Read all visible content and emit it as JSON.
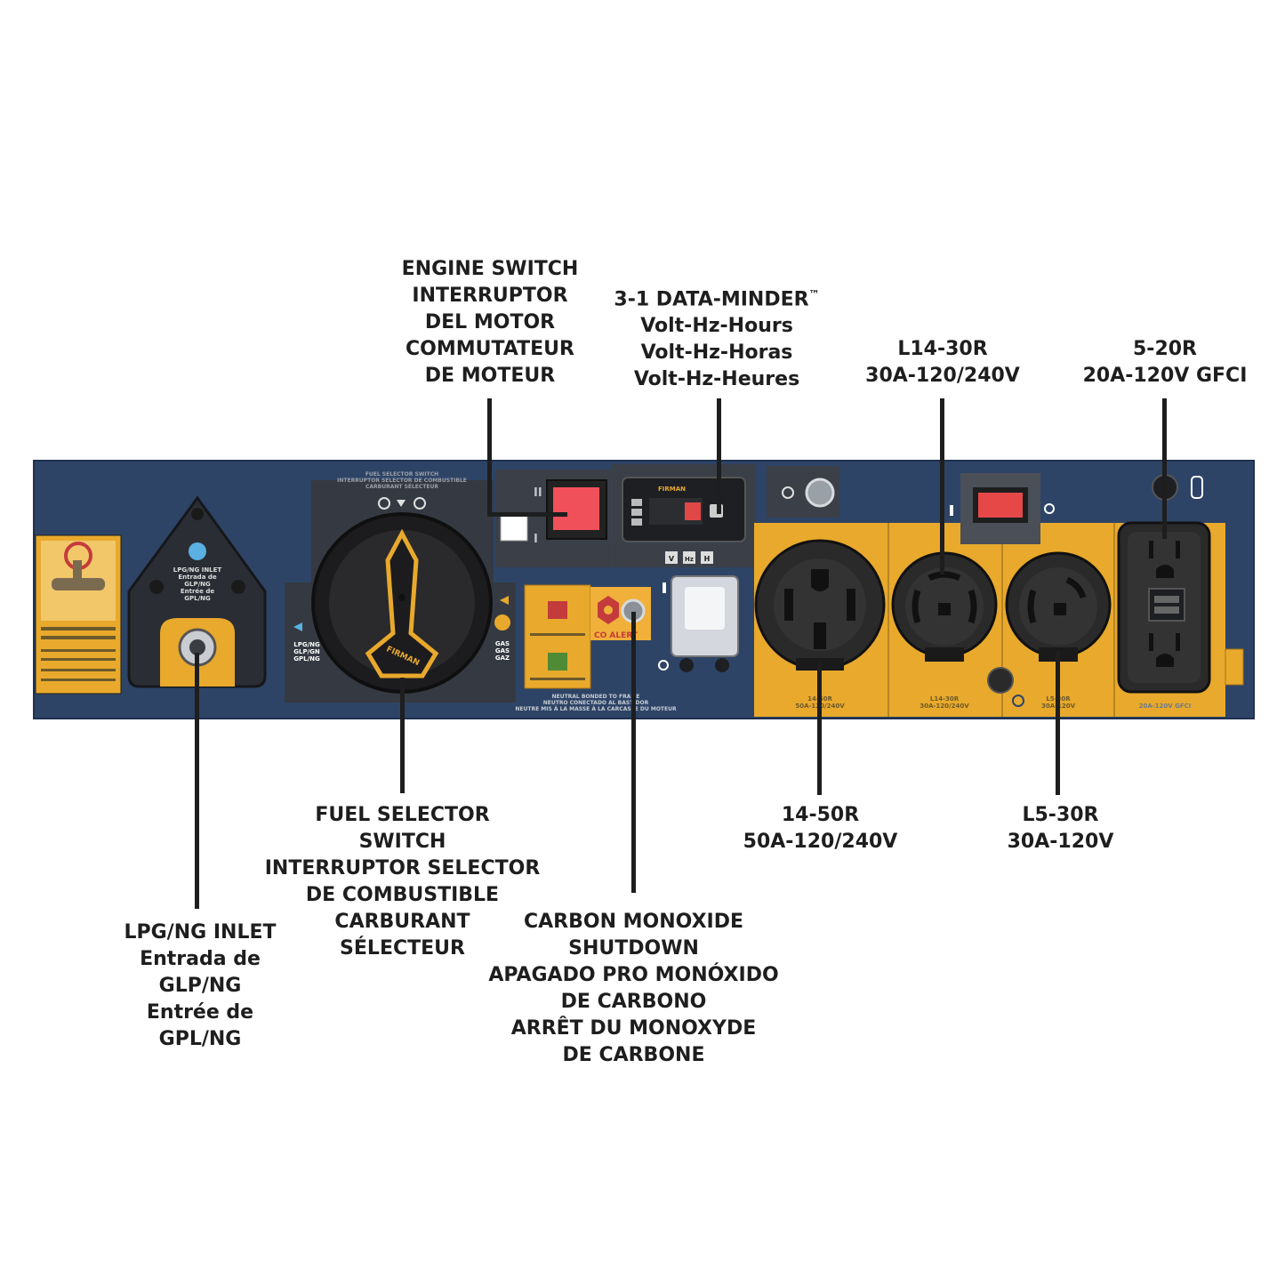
{
  "colors": {
    "panel_blue": "#2e4466",
    "accent_yellow": "#e8a92c",
    "switch_red": "#f0505a",
    "outlet_black": "#2a2a2a",
    "text": "#1e1e1e"
  },
  "labels": {
    "engine_switch": [
      "ENGINE SWITCH",
      "INTERRUPTOR",
      "DEL MOTOR",
      "COMMUTATEUR",
      "DE MOTEUR"
    ],
    "data_minder": {
      "title": "3-1 DATA-MINDER",
      "tm": "™",
      "lines": [
        "Volt-Hz-Hours",
        "Volt-Hz-Horas",
        "Volt-Hz-Heures"
      ]
    },
    "l14_30r": [
      "L14-30R",
      "30A-120/240V"
    ],
    "r5_20r": [
      "5-20R",
      "20A-120V GFCI"
    ],
    "fuel_selector": [
      "FUEL SELECTOR",
      "SWITCH",
      "INTERRUPTOR SELECTOR",
      "DE COMBUSTIBLE",
      "CARBURANT",
      "SÉLECTEUR"
    ],
    "r14_50r": [
      "14-50R",
      "50A-120/240V"
    ],
    "l5_30r": [
      "L5-30R",
      "30A-120V"
    ],
    "lpg_inlet": [
      "LPG/NG INLET",
      "Entrada de",
      "GLP/NG",
      "Entrée de",
      "GPL/NG"
    ],
    "co_shutdown": [
      "CARBON MONOXIDE",
      "SHUTDOWN",
      "APAGADO PRO MONÓXIDO",
      "DE CARBONO",
      "ARRÊT DU MONOXYDE",
      "DE CARBONE"
    ]
  },
  "panel_text": {
    "fuel_selector_header": [
      "FUEL SELECTOR SWITCH",
      "INTERRUPTOR SELECTOR DE COMBUSTIBLE",
      "CARBURANT SÉLECTEUR"
    ],
    "inlet_plate": [
      "LPG/NG INLET",
      "Entrada de",
      "GLP/NG",
      "Entrée de",
      "GPL/NG"
    ],
    "lpg_side": [
      "LPG/NG",
      "GLP/GN",
      "GPL/NG"
    ],
    "gas_side": [
      "GAS",
      "GAS",
      "GAZ"
    ],
    "knob_brand": "FIRMAN",
    "meter_brand": "FIRMAN",
    "meter_keys": [
      "V",
      "Hz",
      "H"
    ],
    "co_alert": "CO ALERT",
    "neutral_note": [
      "NEUTRAL BONDED TO FRAME",
      "NEUTRO CONECTADO AL BASTIDOR",
      "NEUTRE MIS À LA MASSE À LA CARCASSE DU MOTEUR"
    ],
    "outlet_14_50": [
      "14-50R",
      "50A-120/240V"
    ],
    "outlet_l14_30": [
      "L14-30R",
      "30A-120/240V"
    ],
    "outlet_l5_30": [
      "L5-30R",
      "30A-120V"
    ],
    "outlet_gfci": "20A-120V GFCI"
  },
  "icons": [
    "gas-valve-icon",
    "fuel-drop-icon",
    "light-icon",
    "power-off-icon",
    "ground-icon",
    "usb-icon"
  ]
}
